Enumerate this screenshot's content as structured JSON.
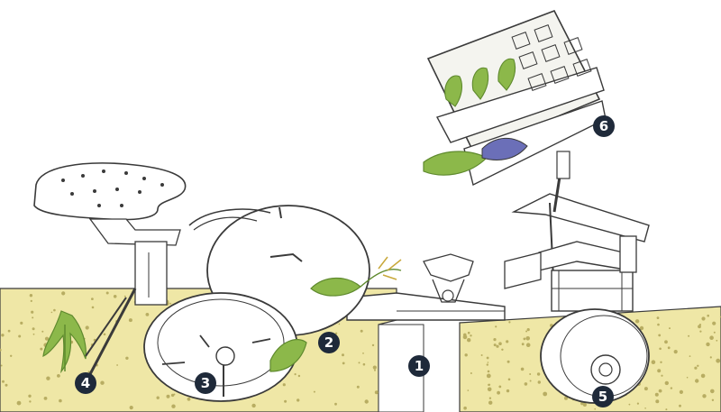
{
  "callouts": [
    {
      "label": "1",
      "part": "frame"
    },
    {
      "label": "2",
      "part": "planting-wheel"
    },
    {
      "label": "3",
      "part": "wheel-hub"
    },
    {
      "label": "4",
      "part": "furrow-opener"
    },
    {
      "label": "5",
      "part": "press-roller"
    },
    {
      "label": "6",
      "part": "seedling-tray"
    }
  ],
  "colors": {
    "outline": "#3a3a3a",
    "soil": "#efe7a6",
    "soil_speckle": "#b8ad62",
    "foliage": "#8cb84a",
    "foliage_dark": "#5f8a2e",
    "flower": "#6b6fb8",
    "badge": "#1f2a3a",
    "tray": "#f4f4ef"
  }
}
